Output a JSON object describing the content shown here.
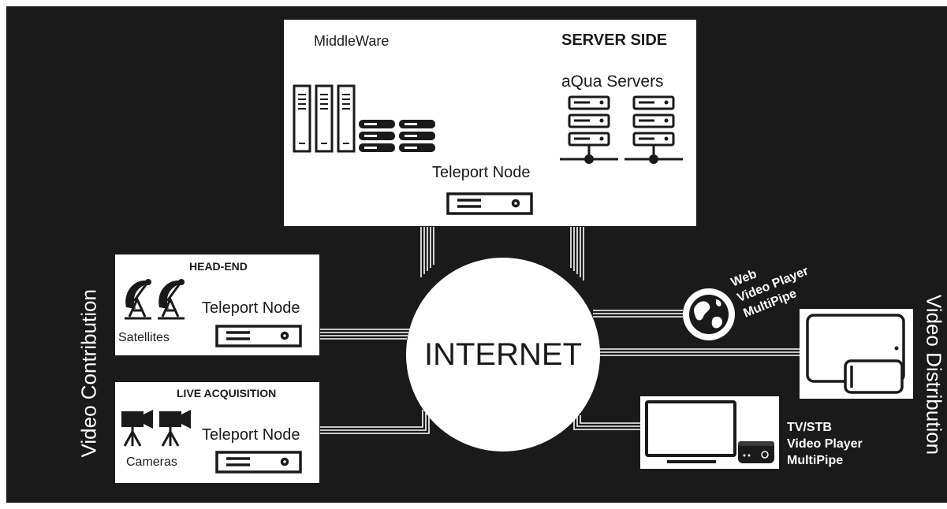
{
  "server_side": {
    "middleware_label": "MiddleWare",
    "title": "SERVER SIDE",
    "aqua_label": "aQua Servers",
    "teleport_label": "Teleport Node"
  },
  "head_end": {
    "title": "HEAD-END",
    "teleport_label": "Teleport Node",
    "satellites_label": "Satellites"
  },
  "live_acquisition": {
    "title": "LIVE ACQUISITION",
    "teleport_label": "Teleport Node",
    "cameras_label": "Cameras"
  },
  "internet_label": "INTERNET",
  "video_contribution_label": "Video Contribution",
  "video_distribution_label": "Video Distribution",
  "web": {
    "line1": "Web",
    "line2": "Video Player",
    "line3": "MultiPipe"
  },
  "tv": {
    "line1": "TV/STB",
    "line2": "Video Player",
    "line3": "MultiPipe"
  },
  "colors": {
    "background": "#1a1a1a",
    "panel": "#ffffff",
    "ink": "#1a1a1a"
  }
}
